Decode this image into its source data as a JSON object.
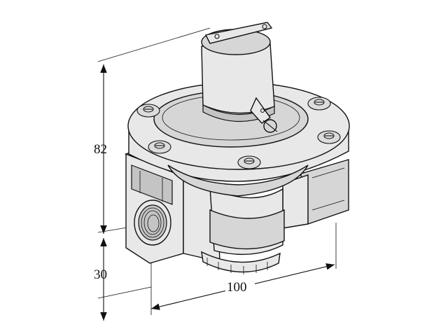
{
  "dimensions": {
    "height_total": "82",
    "height_port": "30",
    "width": "100"
  }
}
